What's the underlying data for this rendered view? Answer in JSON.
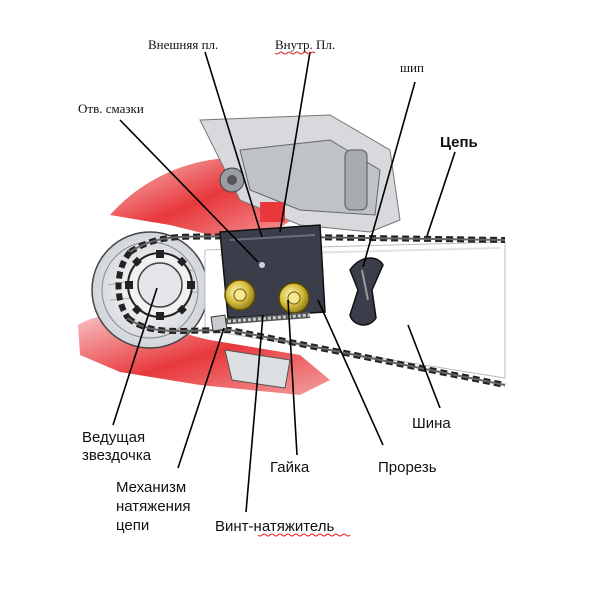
{
  "labels": {
    "outer_plate": "Внешняя пл.",
    "inner_plate": "Внутр. Пл.",
    "oil_hole": "Отв. смазки",
    "spike": "шип",
    "chain": "Цепь",
    "drive_sprocket_line1": "Ведущая",
    "drive_sprocket_line2": "звездочка",
    "nut": "Гайка",
    "slot": "Прорезь",
    "bar": "Шина",
    "tension_mech_line1": "Механизм",
    "tension_mech_line2": "натяжения",
    "tension_mech_line3": "цепи",
    "tension_screw": "Винт-натяжитель"
  },
  "colors": {
    "housing_red": "#e8383c",
    "housing_pink": "#f6b4b4",
    "metal_gray": "#c9cbce",
    "plate_dark": "#3a3d4a",
    "nut_gold": "#d8c040",
    "chain_dark": "#222222"
  }
}
